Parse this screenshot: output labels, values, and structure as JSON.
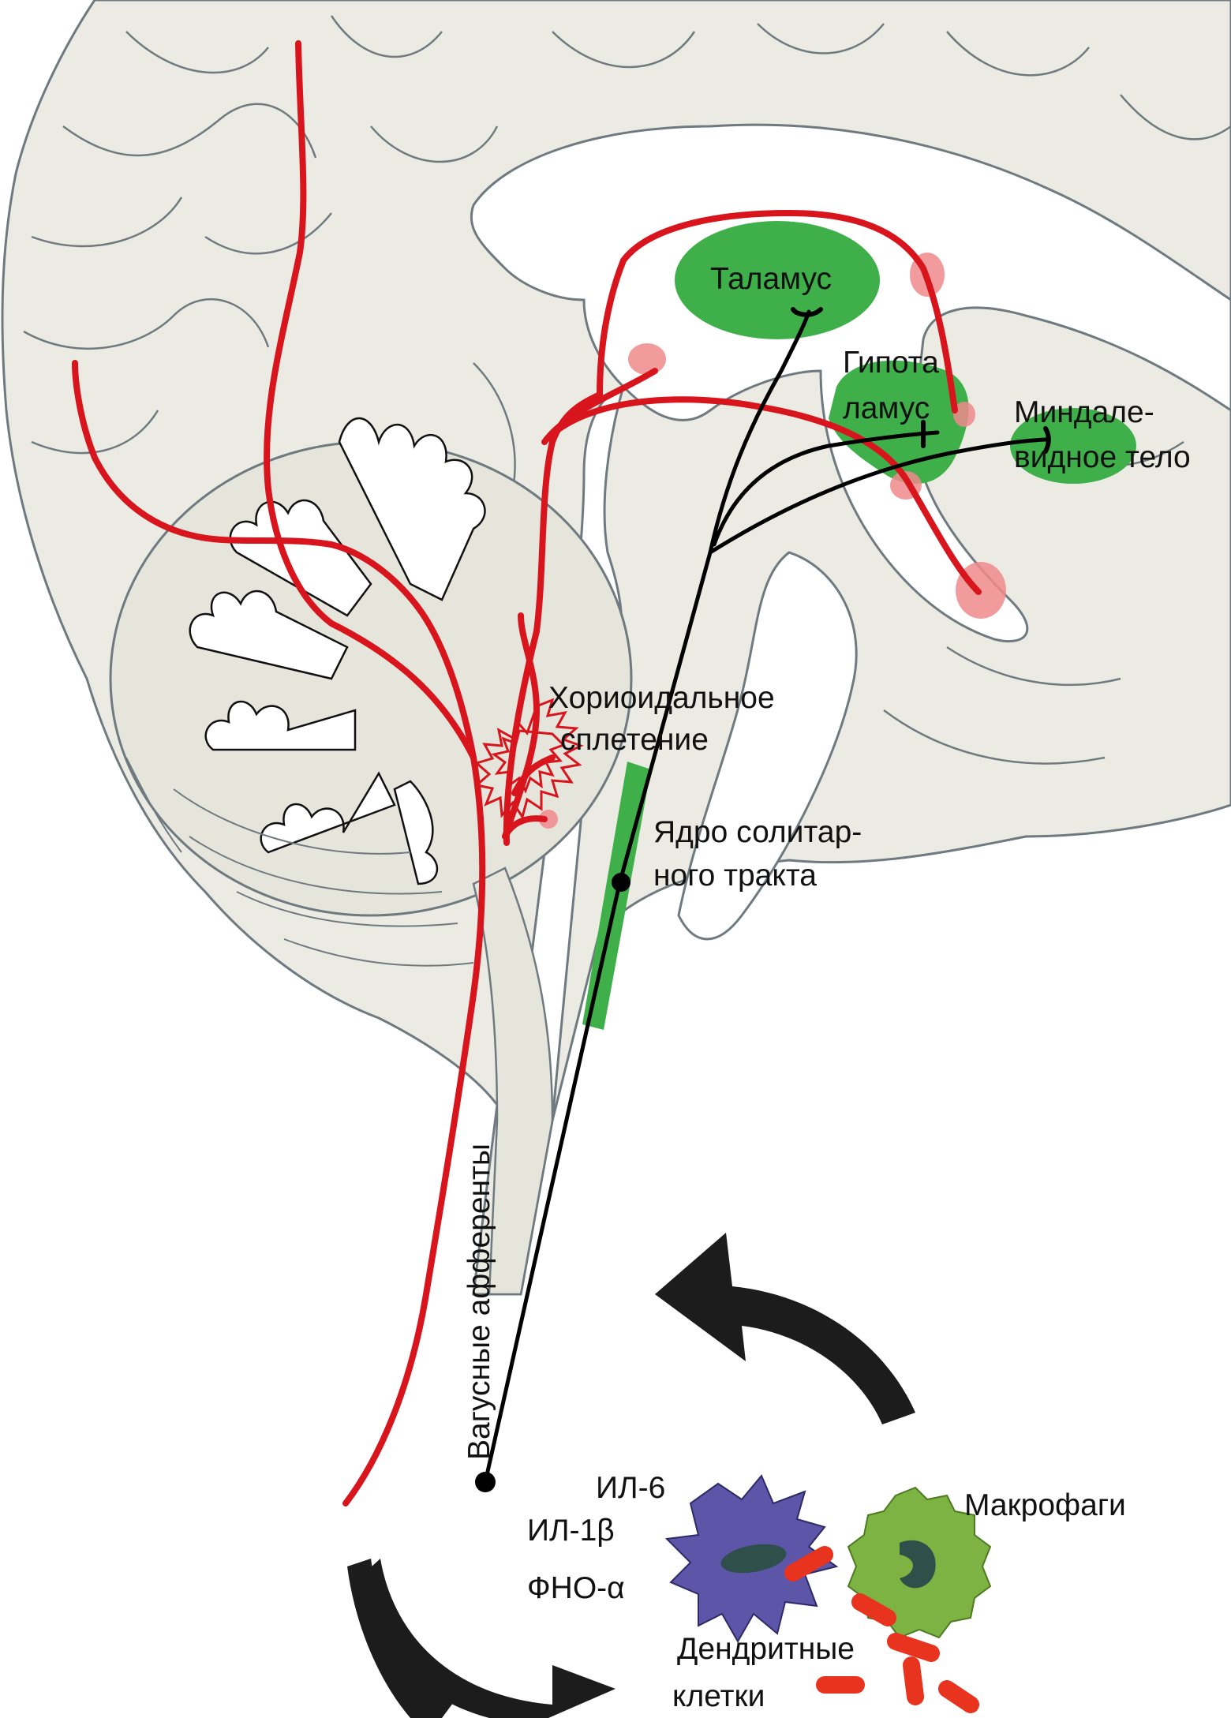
{
  "colors": {
    "tissue": "#ecebe3",
    "tissue_line": "#6f7a80",
    "vessel": "#d8141c",
    "pathway": "#000000",
    "nucleus": "#3fb049",
    "inflamed_spot": "#f08a8c",
    "dendritic_cell": "#5c55a8",
    "macrophage": "#7cb342",
    "cytokine": "#e8331f",
    "cycle_arrow": "#1c1c1c"
  },
  "labels": {
    "thalamus": "Таламус",
    "hypothalamus_1": "Гипота",
    "hypothalamus_2": "ламус",
    "amygdala_1": "Миндале-",
    "amygdala_2": "видное тело",
    "choroid_1": "Хориоидальное",
    "choroid_2": "сплетение",
    "nts_1": "Ядро солитар-",
    "nts_2": "ного тракта",
    "vagal": "Вагусные афференты",
    "il6": "ИЛ-6",
    "il1": "ИЛ-1β",
    "tnf": "ФНО-α",
    "dendritic_1": "Дендритные",
    "dendritic_2": "клетки",
    "macrophages": "Макрофаги"
  }
}
